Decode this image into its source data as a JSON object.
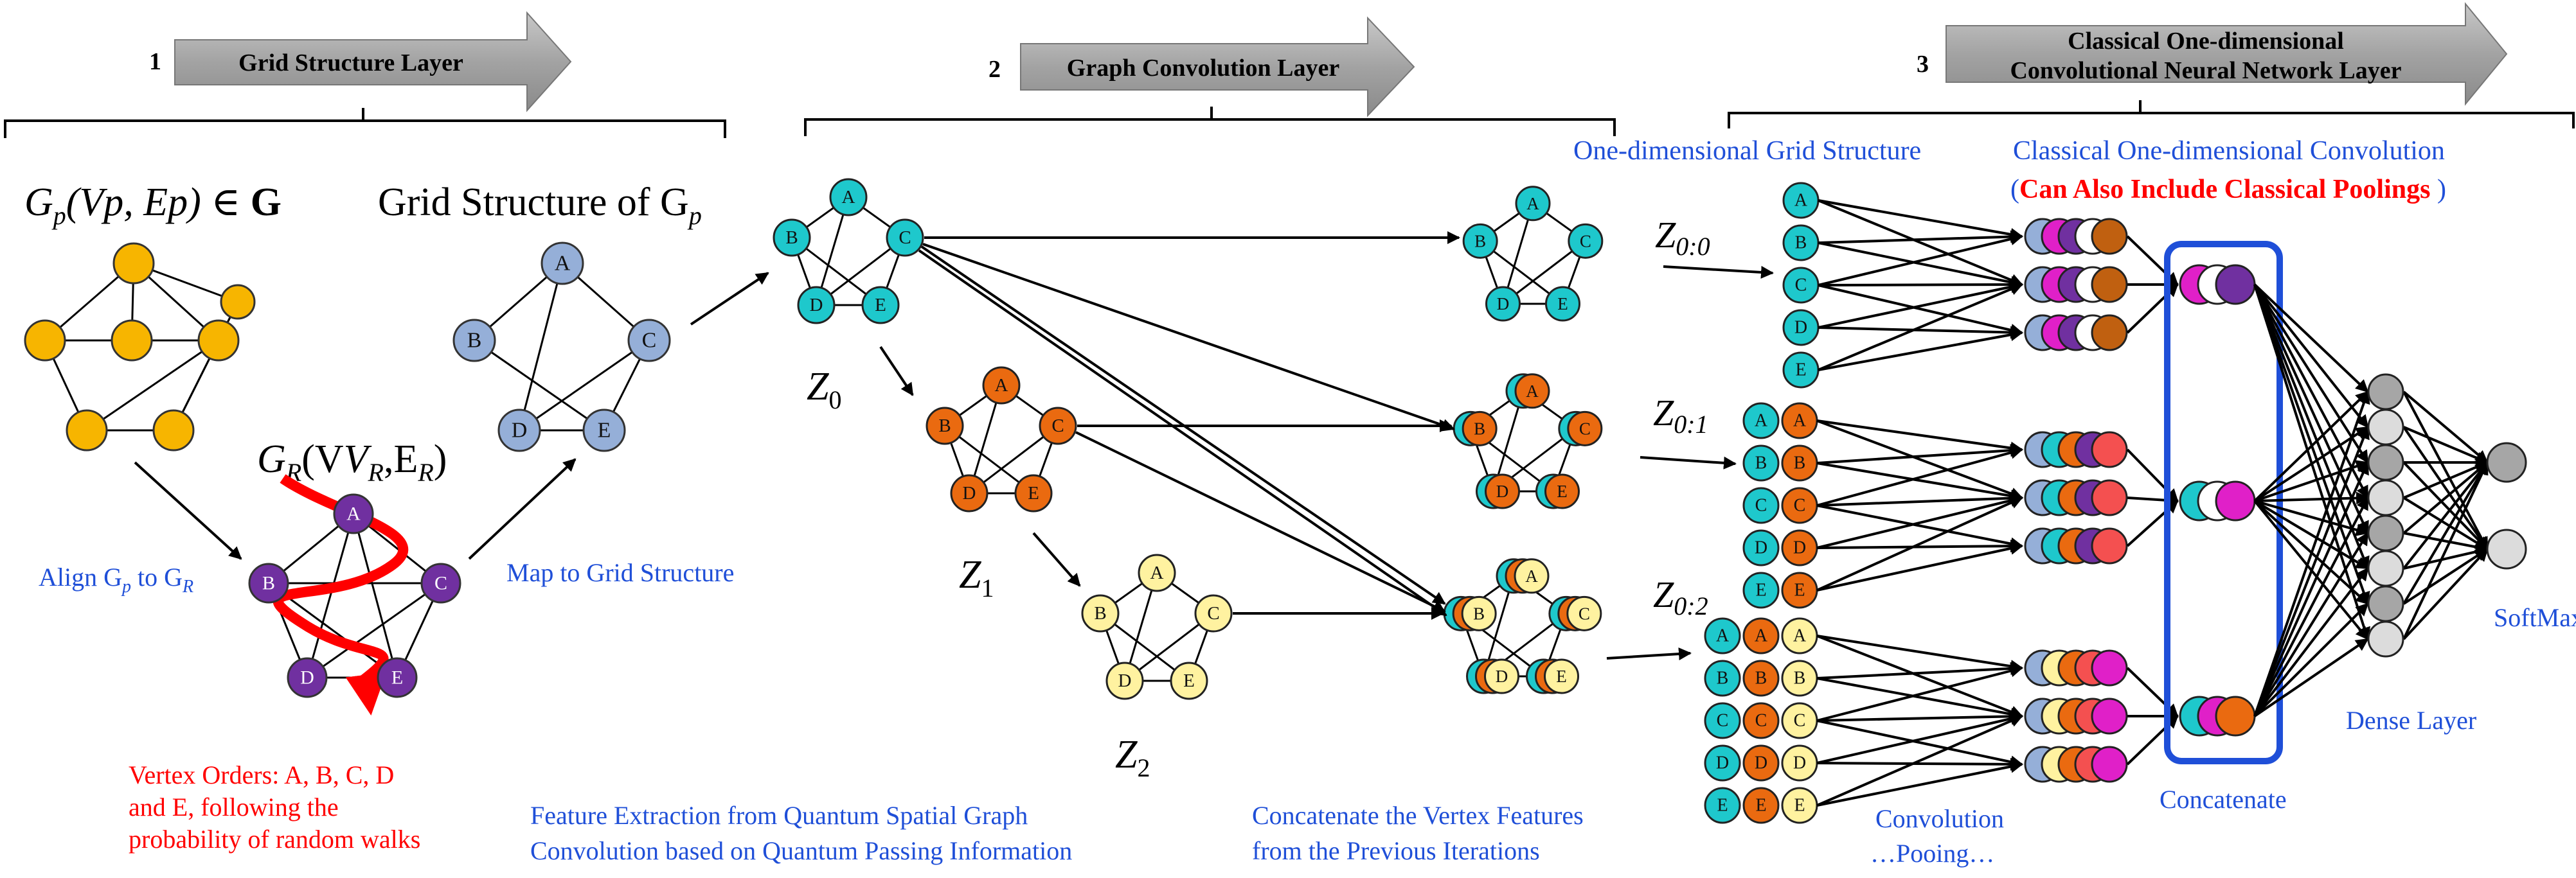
{
  "colors": {
    "yellow": "#f7b500",
    "steel": "#95afd8",
    "purple": "#7030a0",
    "cyan": "#1ec8cc",
    "orange": "#ea6a10",
    "lightyellow": "#fff2a0",
    "magenta": "#e020c8",
    "brown": "#c06010",
    "coral": "#f45050",
    "gray": "#a6a6a6",
    "lightgray": "#dcdcdc",
    "blue": "#1f4fd8",
    "red": "#ff0000"
  },
  "sections": [
    {
      "number": "1",
      "title": "Grid Structure Layer"
    },
    {
      "number": "2",
      "title": "Graph Convolution Layer"
    },
    {
      "number": "3",
      "title_line1": "Classical One-dimensional",
      "title_line2": "Convolutional Neural Network Layer"
    }
  ],
  "layer1": {
    "gp_label": "G",
    "gp_sub": "p",
    "gp_rest": "(Vp, Ep) ∈ ",
    "gp_set": "G",
    "grid_label": "Grid Structure of G",
    "grid_sub": "p",
    "gr_label": "G",
    "gr_sub": "R",
    "gr_rest_open": "(V",
    "gr_rest_mid": ",E",
    "gr_rest_close": ")",
    "align_text": "Align G",
    "align_sub1": "p",
    "align_to": " to G",
    "align_sub2": "R",
    "map_text": "Map to Grid Structure",
    "vertex_orders": [
      "Vertex Orders: A, B, C, D",
      "and E, following the",
      "probability of random walks"
    ],
    "vertices": [
      "A",
      "B",
      "C",
      "D",
      "E"
    ]
  },
  "layer2": {
    "z0": "Z",
    "z0_sub": "0",
    "z1": "Z",
    "z1_sub": "1",
    "z2": "Z",
    "z2_sub": "2",
    "feature_text": [
      "Feature Extraction from Quantum Spatial Graph",
      "Convolution based on Quantum Passing Information"
    ],
    "concat_text": [
      "Concatenate the Vertex Features",
      "from the Previous Iterations"
    ]
  },
  "layer3": {
    "one_dim_grid": "One-dimensional Grid Structure",
    "classical_conv": "Classical One-dimensional Convolution",
    "can_include_open": "(",
    "can_include": "Can Also Include Classical Poolings",
    "can_include_close": " )",
    "z00": "Z",
    "z00_sub": "0:0",
    "z01": "Z",
    "z01_sub": "0:1",
    "z02": "Z",
    "z02_sub": "0:2",
    "convolution": "Convolution",
    "pooing": "…Pooing…",
    "concatenate": "Concatenate",
    "dense": "Dense Layer",
    "softmax": "SoftMax"
  }
}
